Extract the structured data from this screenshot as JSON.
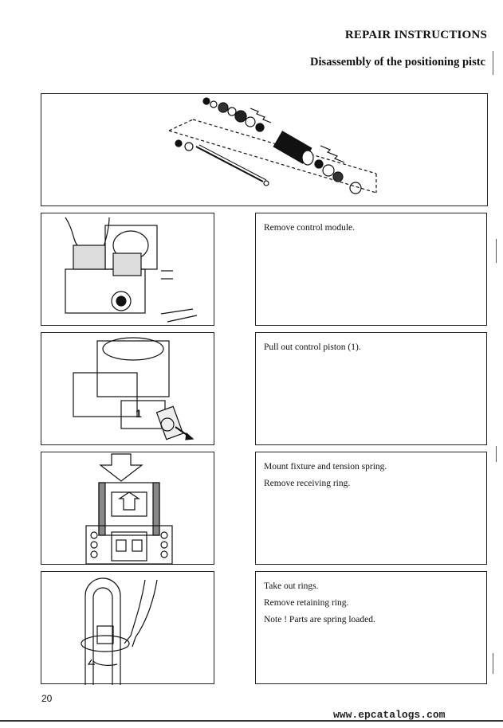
{
  "header": {
    "title": "REPAIR INSTRUCTIONS",
    "subtitle": "Disassembly of the positioning pistc"
  },
  "steps": [
    {
      "text": [
        "Remove control module."
      ]
    },
    {
      "text": [
        "Pull out control piston (1)."
      ],
      "callout": "1"
    },
    {
      "text": [
        "Mount fixture and tension spring.",
        "Remove receiving ring."
      ]
    },
    {
      "text": [
        "Take out rings.",
        "Remove retaining ring.",
        "Note ! Parts are spring loaded."
      ]
    }
  ],
  "footer": {
    "page_number": "20",
    "watermark": "www.epcatalogs.com"
  }
}
